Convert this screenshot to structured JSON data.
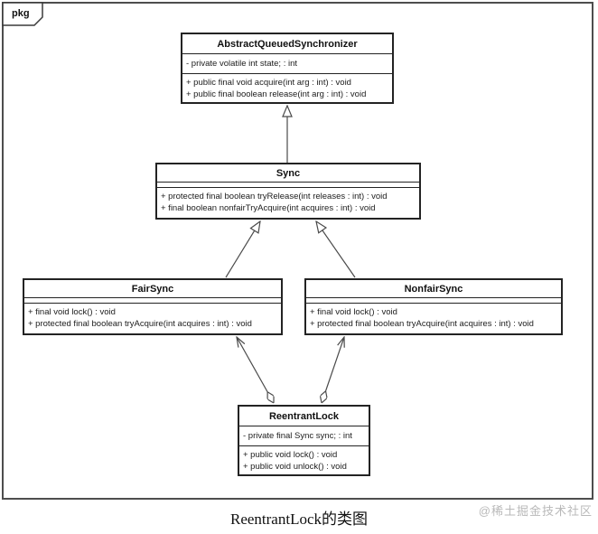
{
  "frame": {
    "tab_label": "pkg"
  },
  "caption": "ReentrantLock的类图",
  "watermark": "@稀土掘金技术社区",
  "colors": {
    "frame_border": "#4d4d4d",
    "class_border": "#232323",
    "edge": "#4a4a4a",
    "watermark": "#b9b9b9",
    "background": "#ffffff"
  },
  "classes": {
    "aqs": {
      "name": "AbstractQueuedSynchronizer",
      "attributes": [
        "- private volatile int state; : int"
      ],
      "methods": [
        "+ public final void acquire(int arg : int) : void",
        "+ public final boolean release(int arg : int) : void"
      ]
    },
    "sync": {
      "name": "Sync",
      "attributes": [],
      "methods": [
        "+ protected final boolean tryRelease(int releases : int) : void",
        "+ final boolean nonfairTryAcquire(int acquires : int) : void"
      ]
    },
    "fairsync": {
      "name": "FairSync",
      "attributes": [],
      "methods": [
        "+ final void lock() : void",
        "+ protected final boolean tryAcquire(int acquires : int) : void"
      ]
    },
    "nonfairsync": {
      "name": "NonfairSync",
      "attributes": [],
      "methods": [
        "+ final void lock() : void",
        "+ protected final boolean tryAcquire(int acquires : int) : void"
      ]
    },
    "reentrantlock": {
      "name": "ReentrantLock",
      "attributes": [
        "- private final Sync sync; : int"
      ],
      "methods": [
        "+ public void lock() : void",
        "+ public void unlock() : void"
      ]
    }
  },
  "relations": [
    {
      "from": "Sync",
      "to": "AbstractQueuedSynchronizer",
      "type": "generalization"
    },
    {
      "from": "FairSync",
      "to": "Sync",
      "type": "generalization"
    },
    {
      "from": "NonfairSync",
      "to": "Sync",
      "type": "generalization"
    },
    {
      "from": "ReentrantLock",
      "to": "FairSync",
      "type": "aggregation-association"
    },
    {
      "from": "ReentrantLock",
      "to": "NonfairSync",
      "type": "aggregation-association"
    }
  ]
}
